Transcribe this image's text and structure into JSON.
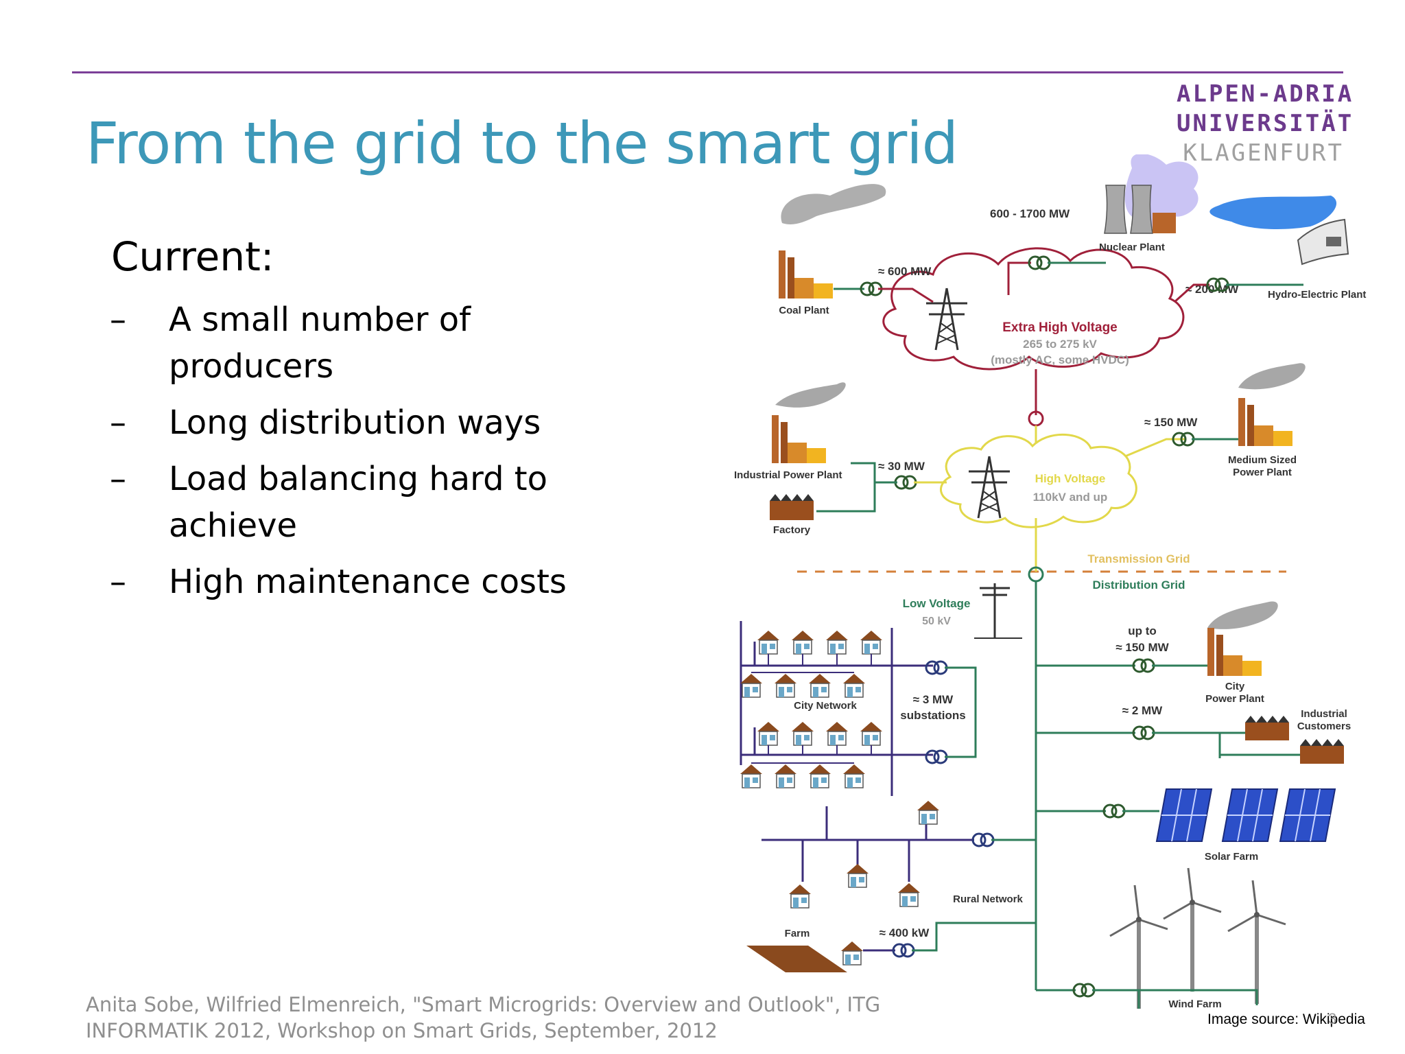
{
  "slide": {
    "title": "From the grid to the smart grid",
    "logo": [
      "ALPEN-ADRIA",
      "UNIVERSITÄT",
      "KLAGENFURT"
    ],
    "heading": "Current:",
    "bullets": [
      "A small number of producers",
      "Long distribution ways",
      "Load balancing hard to achieve",
      "High maintenance costs"
    ],
    "bullet_marker": "–",
    "reference": [
      "Anita Sobe, Wilfried Elmenreich, \"Smart Microgrids: Overview and Outlook\", ITG",
      "INFORMATIK 2012, Workshop on Smart Grids, September, 2012"
    ],
    "image_source": "Image source: Wikipedia",
    "page_number": "3"
  },
  "diagram": {
    "coal_plant": "Coal Plant",
    "coal_mw": "≈ 600  MW",
    "nuclear_mw": "600 - 1700  MW",
    "nuclear_plant": "Nuclear Plant",
    "hydro_mw": "≈ 200  MW",
    "hydro_plant": "Hydro-Electric Plant",
    "ehv_title": "Extra High Voltage",
    "ehv_range": "265 to 275 kV",
    "ehv_note": "(mostly AC, some HVDC)",
    "industrial_plant": "Industrial Power Plant",
    "industrial_mw": "≈ 30 MW",
    "factory": "Factory",
    "hv_title": "High Voltage",
    "hv_range": "110kV and up",
    "medium_mw": "≈ 150  MW",
    "medium_plant_1": "Medium Sized",
    "medium_plant_2": "Power Plant",
    "transmission": "Transmission Grid",
    "distribution": "Distribution Grid",
    "lv_title": "Low Voltage",
    "lv_range": "50 kV",
    "city_upto": "up to",
    "city_mw": "≈ 150  MW",
    "city_plant_1": "City",
    "city_plant_2": "Power Plant",
    "city_network": "City Network",
    "substations_mw": "≈ 3  MW",
    "substations": "substations",
    "industrial_mw2": "≈ 2  MW",
    "industrial_cust_1": "Industrial",
    "industrial_cust_2": "Customers",
    "solar_farm": "Solar Farm",
    "rural_network": "Rural Network",
    "farm": "Farm",
    "farm_kw": "≈ 400 kW",
    "wind_farm": "Wind Farm"
  },
  "colors": {
    "title": "#3d98b8",
    "logo": "#6c3a8c",
    "rule": "#7b3f98",
    "ehv": "#a0203a",
    "hv": "#e2d84a",
    "distribution": "#2e7d5a",
    "lv": "#3b2d7a",
    "transmission_dashes": "#d4803a"
  }
}
